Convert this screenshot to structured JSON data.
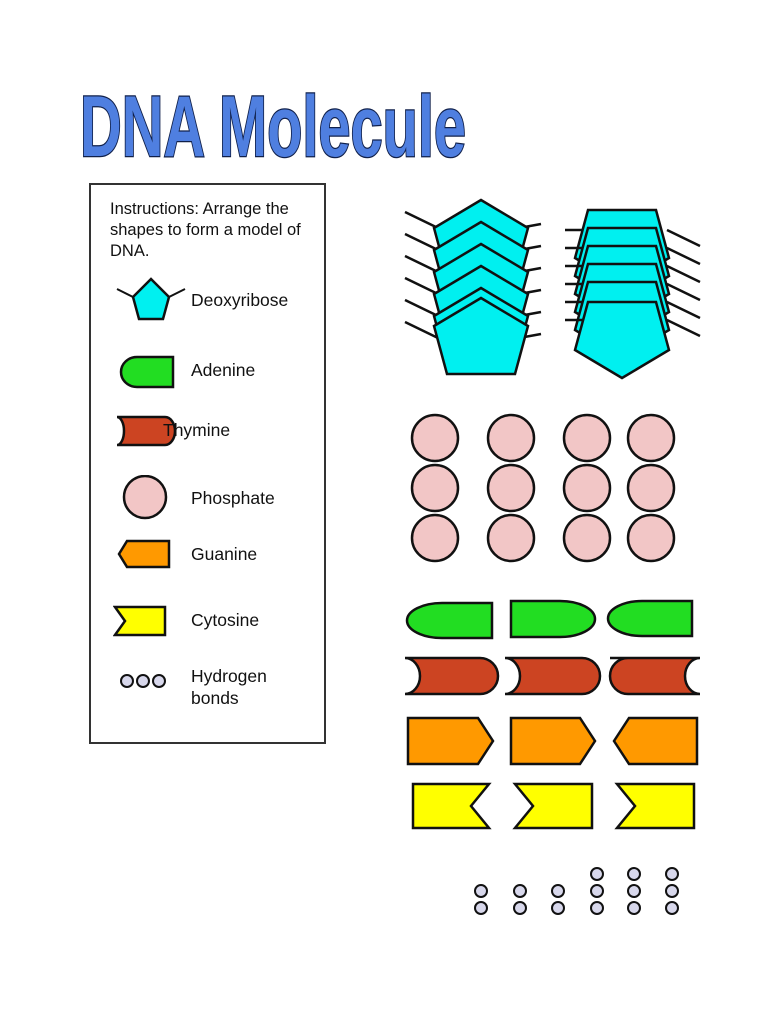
{
  "title": "DNA Molecule",
  "instructions": "Instructions:  Arrange the shapes to form a model of DNA.",
  "legend": [
    {
      "label": "Deoxyribose",
      "icon": "pentagon-icon"
    },
    {
      "label": "Adenine",
      "icon": "rounded-tab-icon"
    },
    {
      "label": "Thymine",
      "icon": "notched-rounded-icon"
    },
    {
      "label": "Phosphate",
      "icon": "circle-icon"
    },
    {
      "label": "Guanine",
      "icon": "arrow-tab-icon"
    },
    {
      "label": "Cytosine",
      "icon": "v-notch-tab-icon"
    },
    {
      "label": "Hydrogen bonds",
      "icon": "three-circles-icon"
    }
  ],
  "colors": {
    "deoxyribose": "#00f0f0",
    "adenine": "#22dd22",
    "thymine": "#cc4422",
    "phosphate": "#f2c6c6",
    "guanine": "#ff9900",
    "cytosine": "#ffff00",
    "hydrogen": "#d8d8ec",
    "outline": "#111111",
    "title": "#4f7fe0"
  }
}
